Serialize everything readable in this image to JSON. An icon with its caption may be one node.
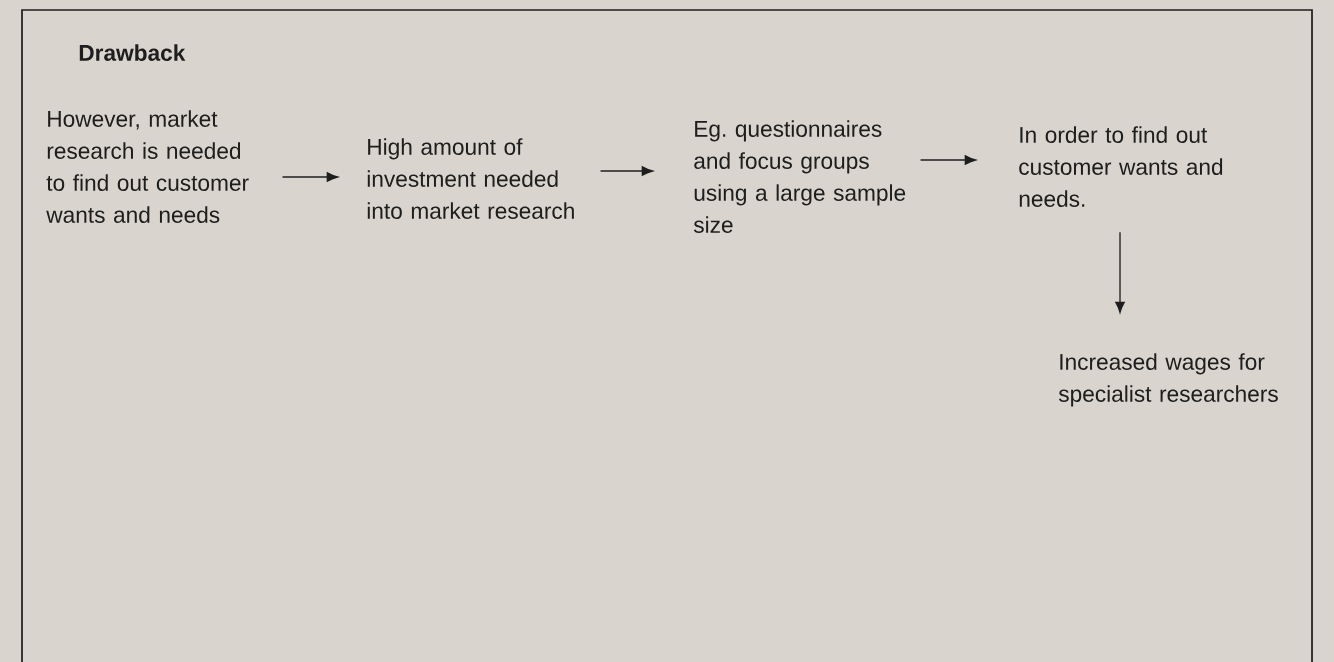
{
  "diagram": {
    "title": "Drawback",
    "nodes": [
      {
        "text": [
          "However, market research is needed to find out customer wants and needs"
        ]
      },
      {
        "text": [
          "High amount of investment needed into market research"
        ]
      },
      {
        "text": [
          "Eg. questionnaires and focus groups using a large sample size"
        ]
      },
      {
        "text": [
          "In order to find out customer wants and needs."
        ]
      },
      {
        "text": [
          "Increased wages for specialist researchers"
        ]
      }
    ],
    "edges": [
      {
        "from": 0,
        "to": 1,
        "arrow": "to"
      },
      {
        "from": 1,
        "to": 2,
        "arrow": "to"
      },
      {
        "from": 2,
        "to": 3,
        "arrow": "to"
      },
      {
        "from": 3,
        "to": 4,
        "arrow": "to"
      }
    ]
  }
}
